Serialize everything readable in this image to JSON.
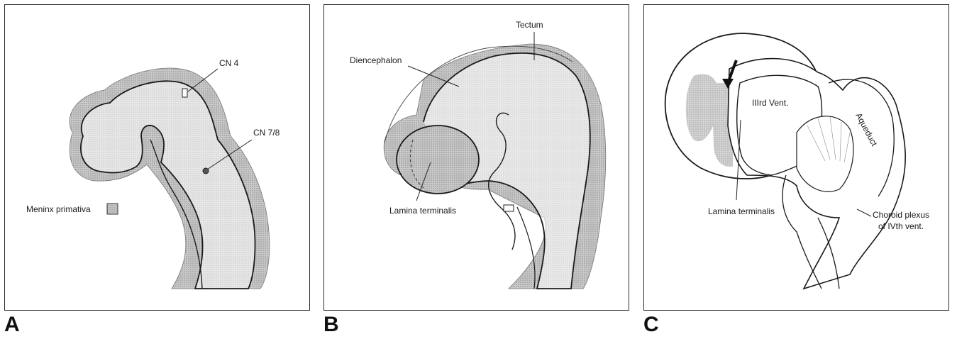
{
  "panels": {
    "a": {
      "letter": "A",
      "labels": {
        "cn4": "CN 4",
        "cn78": "CN 7/8",
        "meninx": "Meninx primativa"
      }
    },
    "b": {
      "letter": "B",
      "labels": {
        "tectum": "Tectum",
        "diencephalon": "Diencephalon",
        "lamina": "Lamina terminalis"
      }
    },
    "c": {
      "letter": "C",
      "labels": {
        "third_vent": "IIIrd Vent.",
        "aqueduct": "Aqueduct",
        "lamina": "Lamina terminalis",
        "choroid_line1": "Choroid plexus",
        "choroid_line2": "of IVth vent."
      }
    }
  },
  "colors": {
    "stipple": "#b9b9b9",
    "stipple_dark": "#9a9a9a",
    "line": "#1a1a1a"
  }
}
